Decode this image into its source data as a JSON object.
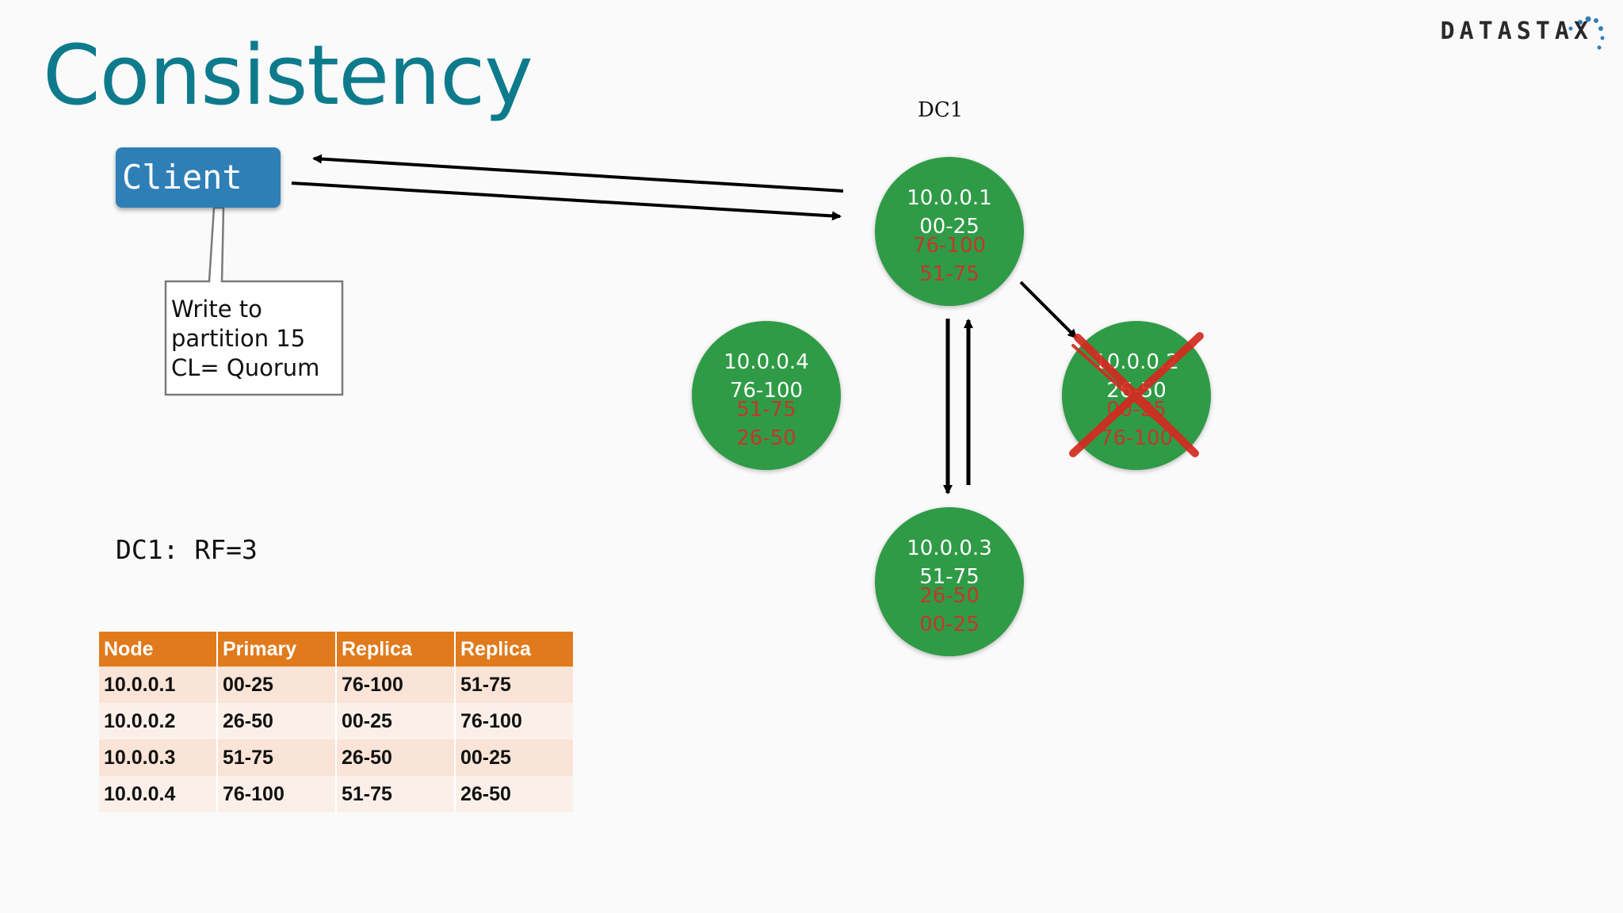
{
  "title": "Consistency",
  "logo": {
    "text": "DATASTAX",
    "colors": {
      "dots": "#2f7fb7",
      "text": "#2a2a2a"
    }
  },
  "client": {
    "label": "Client"
  },
  "callout": {
    "line1": "Write to",
    "line2": "partition 15",
    "line3": "CL= Quorum"
  },
  "datacenter": {
    "label": "DC1",
    "rf_label": "DC1: RF=3"
  },
  "nodes": [
    {
      "ip": "10.0.0.1",
      "primary": "00-25",
      "replica1": "76-100",
      "replica2": "51-75",
      "failed": false
    },
    {
      "ip": "10.0.0.2",
      "primary": "26-50",
      "replica1": "00-25",
      "replica2": "76-100",
      "failed": true
    },
    {
      "ip": "10.0.0.3",
      "primary": "51-75",
      "replica1": "26-50",
      "replica2": "00-25",
      "failed": false
    },
    {
      "ip": "10.0.0.4",
      "primary": "76-100",
      "replica1": "51-75",
      "replica2": "26-50",
      "failed": false
    }
  ],
  "table": {
    "headers": [
      "Node",
      "Primary",
      "Replica",
      "Replica"
    ],
    "rows": [
      [
        "10.0.0.1",
        "00-25",
        "76-100",
        "51-75"
      ],
      [
        "10.0.0.2",
        "26-50",
        "00-25",
        "76-100"
      ],
      [
        "10.0.0.3",
        "51-75",
        "26-50",
        "00-25"
      ],
      [
        "10.0.0.4",
        "76-100",
        "51-75",
        "26-50"
      ]
    ]
  },
  "colors": {
    "title": "#0e7b8d",
    "node": "#2f9b46",
    "replica_text": "#c0392b",
    "failure_cross": "#d42a1f",
    "table_header": "#e07a1c",
    "client": "#2f7fb7"
  }
}
